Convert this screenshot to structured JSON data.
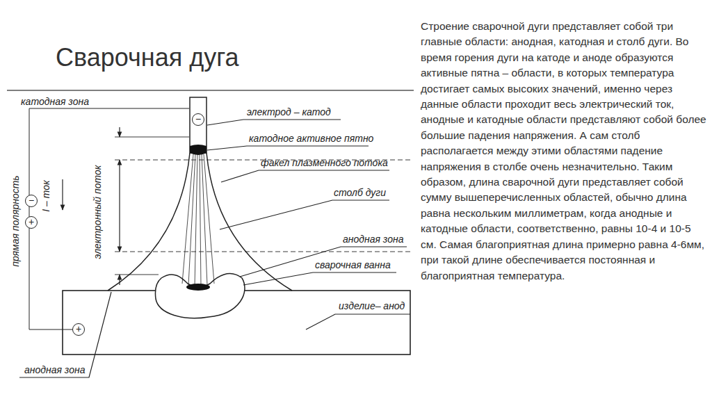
{
  "diagram": {
    "title": "Сварочная дуга",
    "nodes": [
      {
        "text": [
          "изделие– анод"
        ]
      },
      {
        "text": [
          "+"
        ],
        "in": 0
      },
      {
        "text": [
          "−"
        ]
      },
      {
        "text": [
          "−"
        ]
      },
      {
        "text": [
          "+"
        ]
      }
    ],
    "edges": [],
    "labels": [
      "Строение сварочной дуги представляет собой три главные области: анодная, катодная и столб дуги. Во время горения дуги на катоде и аноде образуются активные пятна – области, в которых температура достигает самых высоких значений, именно через данные области проходит весь электрический ток, анодные и катодные области представляют собой более большие падения напряжения. А сам столб располагается между этими областями падение напряжения в столбе очень незначительно. Таким образом, длина сварочной дуги представляет собой сумму вышеперечисленных областей, обычно длина равна нескольким миллиметрам, когда анодные и катодные области, соответственно, равны 10-4 и 10-5 см. Самая благоприятная длина примерно равна 4-6мм, при такой длине обеспечивается постоянная и благоприятная температура.",
      "катодная зона",
      "электрод – катод",
      "катодное активное пятно",
      "факел плазменного потока",
      "столб дуги",
      "анодная зона",
      "сварочная ванна",
      "анодная зона",
      "прямая полярность",
      "I – ток",
      "электронный поток"
    ]
  }
}
